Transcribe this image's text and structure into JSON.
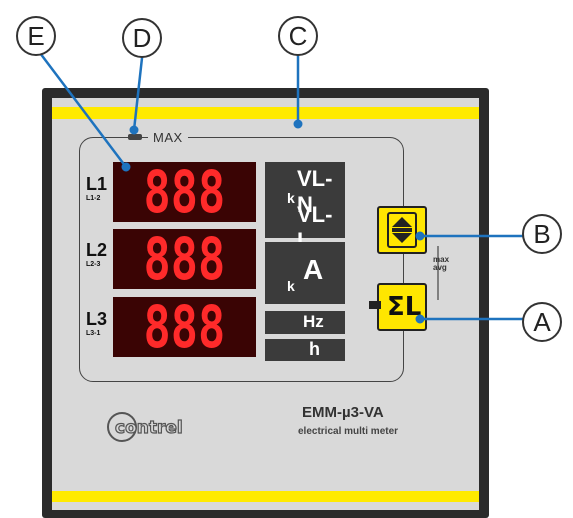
{
  "callouts": {
    "a": "A",
    "b": "B",
    "c": "C",
    "d": "D",
    "e": "E"
  },
  "meter": {
    "max_label": "MAX",
    "rows": [
      {
        "label": "L1",
        "sublabel": "L1-2",
        "digits": "888"
      },
      {
        "label": "L2",
        "sublabel": "L2-3",
        "digits": "888"
      },
      {
        "label": "L3",
        "sublabel": "L3-1",
        "digits": "888"
      }
    ],
    "units": {
      "k1": "k",
      "vln": "VL-N",
      "vll": "VL-L",
      "k2": "k",
      "amp": "A",
      "hz": "Hz",
      "h": "h"
    },
    "button_sigma_label": "ΣL",
    "maxavg": {
      "max": "max",
      "avg": "avg"
    },
    "brand": "contrel",
    "model": "EMM-µ3-VA",
    "model_subtitle": "electrical multi meter"
  },
  "colors": {
    "frame": "#2b2b2b",
    "face": "#d9d9d9",
    "accent_yellow": "#ffea00",
    "display_bg": "#3a0404",
    "display_digit": "#ff2a2a",
    "callout_line": "#1e73be"
  },
  "icons": [
    "up-down-arrows-icon",
    "max-led-icon"
  ]
}
